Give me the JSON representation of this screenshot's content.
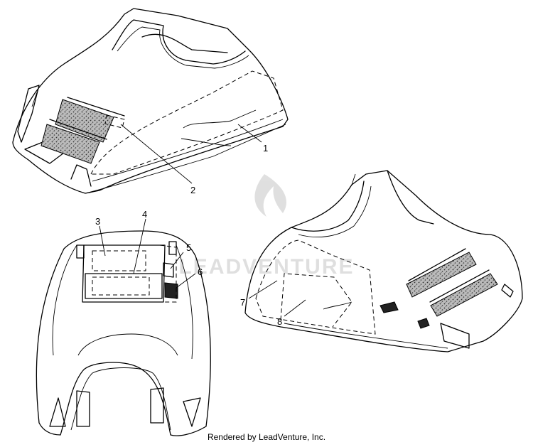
{
  "callouts": {
    "c1": "1",
    "c2": "2",
    "c3": "3",
    "c4": "4",
    "c5": "5",
    "c6": "6",
    "c7": "7",
    "c8": "8"
  },
  "watermark": "LEADVENTURE",
  "credit": "Rendered by LeadVenture, Inc."
}
